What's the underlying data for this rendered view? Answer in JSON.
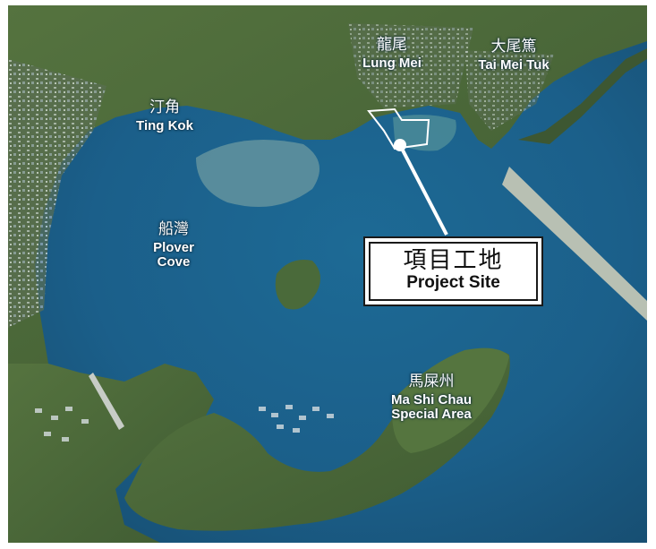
{
  "places": {
    "lung_mei": {
      "zh": "龍尾",
      "en": "Lung Mei"
    },
    "tai_mei_tuk": {
      "zh": "大尾篤",
      "en": "Tai Mei Tuk"
    },
    "ting_kok": {
      "zh": "汀角",
      "en": "Ting Kok"
    },
    "plover_cove": {
      "zh": "船灣",
      "en_1": "Plover",
      "en_2": "Cove"
    },
    "ma_shi_chau": {
      "zh": "馬屎州",
      "en_1": "Ma Shi Chau",
      "en_2": "Special Area"
    }
  },
  "project_site": {
    "zh": "項目工地",
    "en": "Project Site"
  },
  "colors": {
    "sea": "#1b5f8a",
    "land": "#4e6b3c",
    "shallows": "#6c9aa0",
    "label_box": "#ffffff",
    "marker": "#ffffff"
  }
}
